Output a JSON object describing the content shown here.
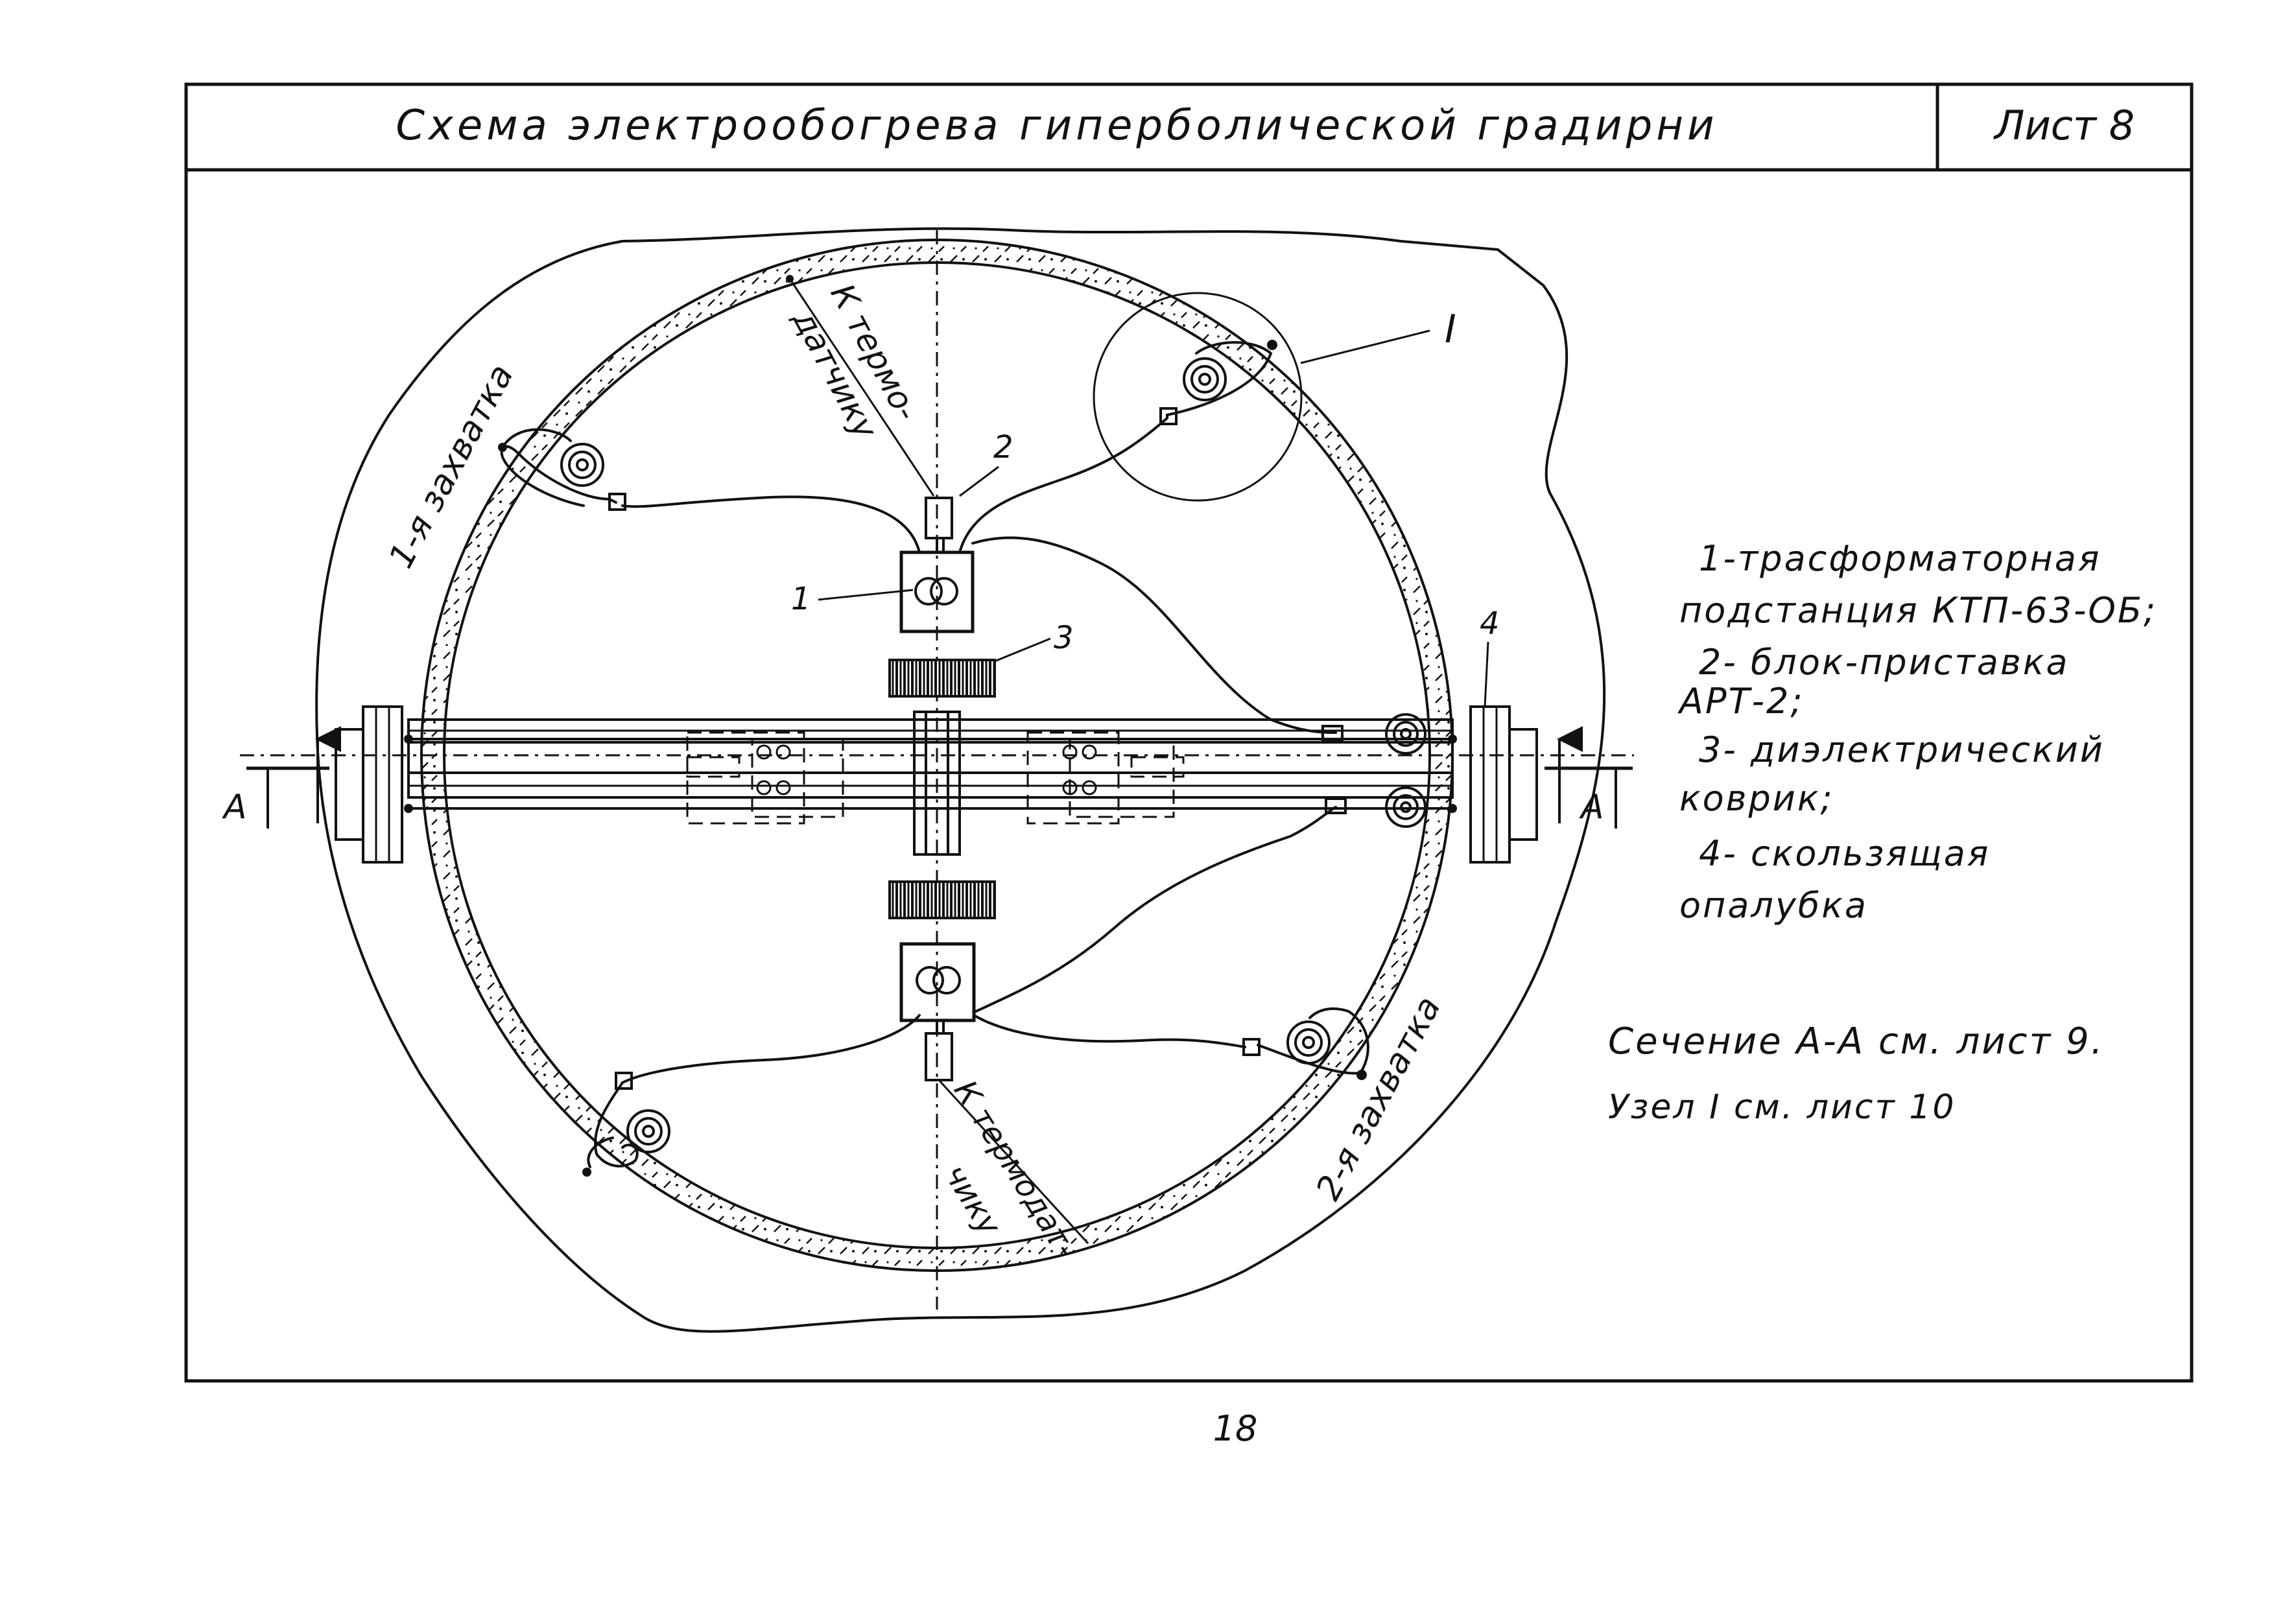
{
  "title": "Схема электрообогрева гиперболической градирни",
  "sheet": "Лист 8",
  "page_number": "18",
  "labels": {
    "zone_1": "1-я захватка",
    "zone_2": "2-я захватка",
    "to_sensor_top_1": "К термо-",
    "to_sensor_top_2": "датчику",
    "to_sensor_bottom_1": "К термодат-",
    "to_sensor_bottom_2": "чику",
    "node_i": "I",
    "callout_1": "1",
    "callout_2": "2",
    "callout_3": "3",
    "callout_4": "4",
    "section_mark_left": "А",
    "section_mark_right": "А"
  },
  "legend": [
    "1-трасформаторная",
    "подстанция КТП-63-ОБ;",
    "2- блок-приставка",
    "АРТ-2;",
    "3- диэлектрический",
    "коврик;",
    "4- скользящая",
    "опалубка"
  ],
  "notes": [
    "Сечение А-А см. лист 9.",
    "Узел I см. лист 10"
  ]
}
